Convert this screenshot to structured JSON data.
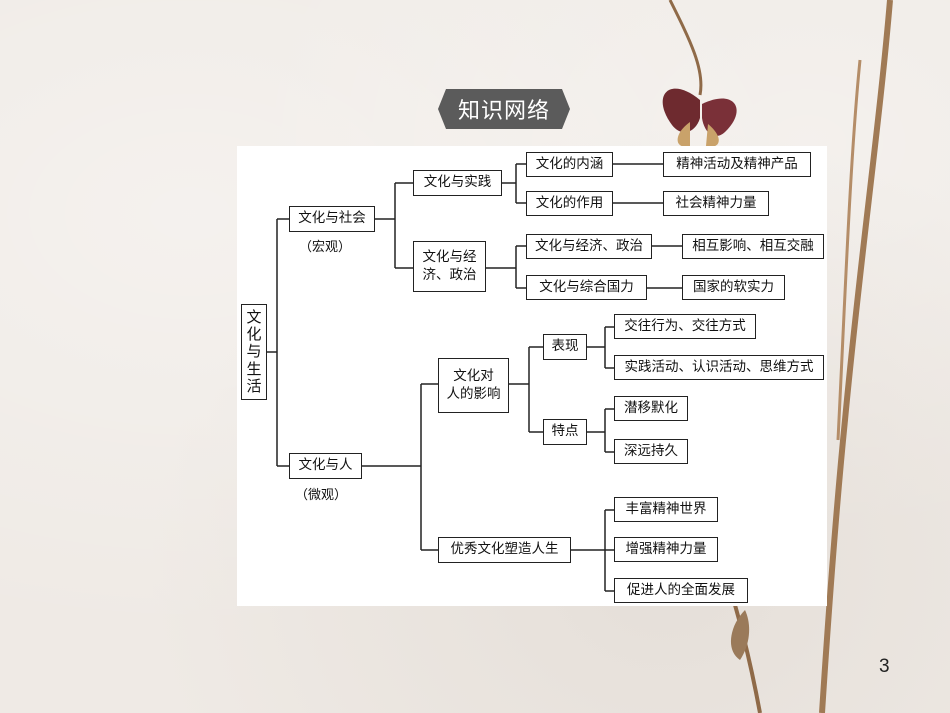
{
  "title": "知识网络",
  "page_number": "3",
  "colors": {
    "badge": "#5b5b5b",
    "panel": "#ffffff",
    "line": "#222222"
  },
  "root": {
    "chars": [
      "文",
      "化",
      "与",
      "生",
      "活"
    ]
  },
  "branch_society": {
    "label": "文化与社会",
    "note": "（宏观）",
    "practice": {
      "label": "文化与实践",
      "connotation": {
        "label": "文化的内涵",
        "leaf": "精神活动及精神产品"
      },
      "effect": {
        "label": "文化的作用",
        "leaf": "社会精神力量"
      }
    },
    "economy": {
      "label_line1": "文化与经",
      "label_line2": "济、政治",
      "econ_politics": {
        "label": "文化与经济、政治",
        "leaf": "相互影响、相互交融"
      },
      "national_power": {
        "label": "文化与综合国力",
        "leaf": "国家的软实力"
      }
    }
  },
  "branch_person": {
    "label": "文化与人",
    "note": "（微观）",
    "influence": {
      "label_line1": "文化对",
      "label_line2": "人的影响",
      "manifest": {
        "label": "表现",
        "leaves": [
          "交往行为、交往方式",
          "实践活动、认识活动、思维方式"
        ]
      },
      "feature": {
        "label": "特点",
        "leaves": [
          "潜移默化",
          "深远持久"
        ]
      }
    },
    "shape_life": {
      "label": "优秀文化塑造人生",
      "leaves": [
        "丰富精神世界",
        "增强精神力量",
        "促进人的全面发展"
      ]
    }
  }
}
